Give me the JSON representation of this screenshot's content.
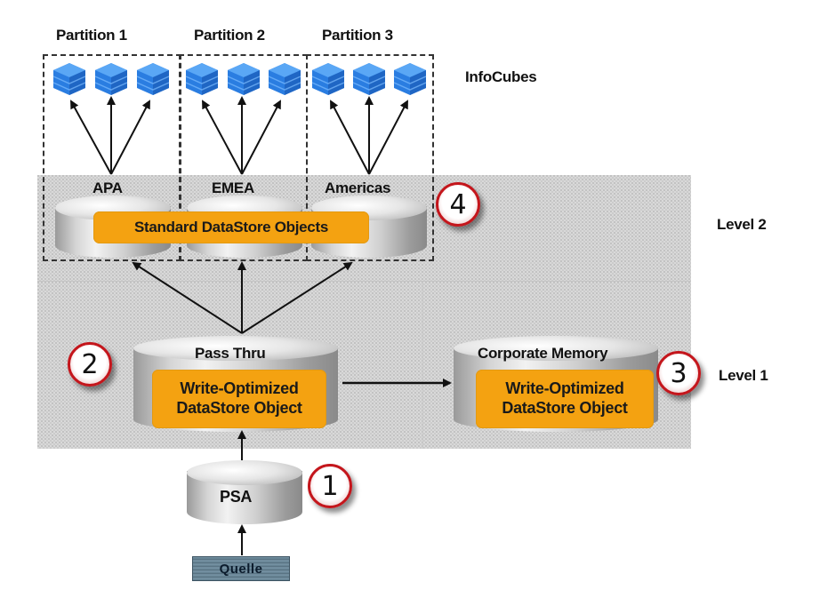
{
  "partitions": [
    {
      "label": "Partition 1",
      "region": "APA"
    },
    {
      "label": "Partition 2",
      "region": "EMEA"
    },
    {
      "label": "Partition 3",
      "region": "Americas"
    }
  ],
  "layers": {
    "infocubes_label": "InfoCubes",
    "level2_label": "Level 2",
    "level1_label": "Level 1"
  },
  "standard_dso": {
    "label": "Standard DataStore Objects",
    "badge": "4"
  },
  "pass_thru": {
    "title": "Pass Thru",
    "line1": "Write-Optimized",
    "line2": "DataStore Object",
    "badge": "2"
  },
  "corporate_memory": {
    "title": "Corporate Memory",
    "line1": "Write-Optimized",
    "line2": "DataStore Object",
    "badge": "3"
  },
  "psa": {
    "label": "PSA",
    "badge": "1"
  },
  "source": {
    "label": "Quelle"
  },
  "colors": {
    "accent_orange": "#f4a211",
    "badge_red": "#c4161c",
    "cube_blue": "#2a7de1",
    "panel_grey": "#d9d9d9"
  }
}
